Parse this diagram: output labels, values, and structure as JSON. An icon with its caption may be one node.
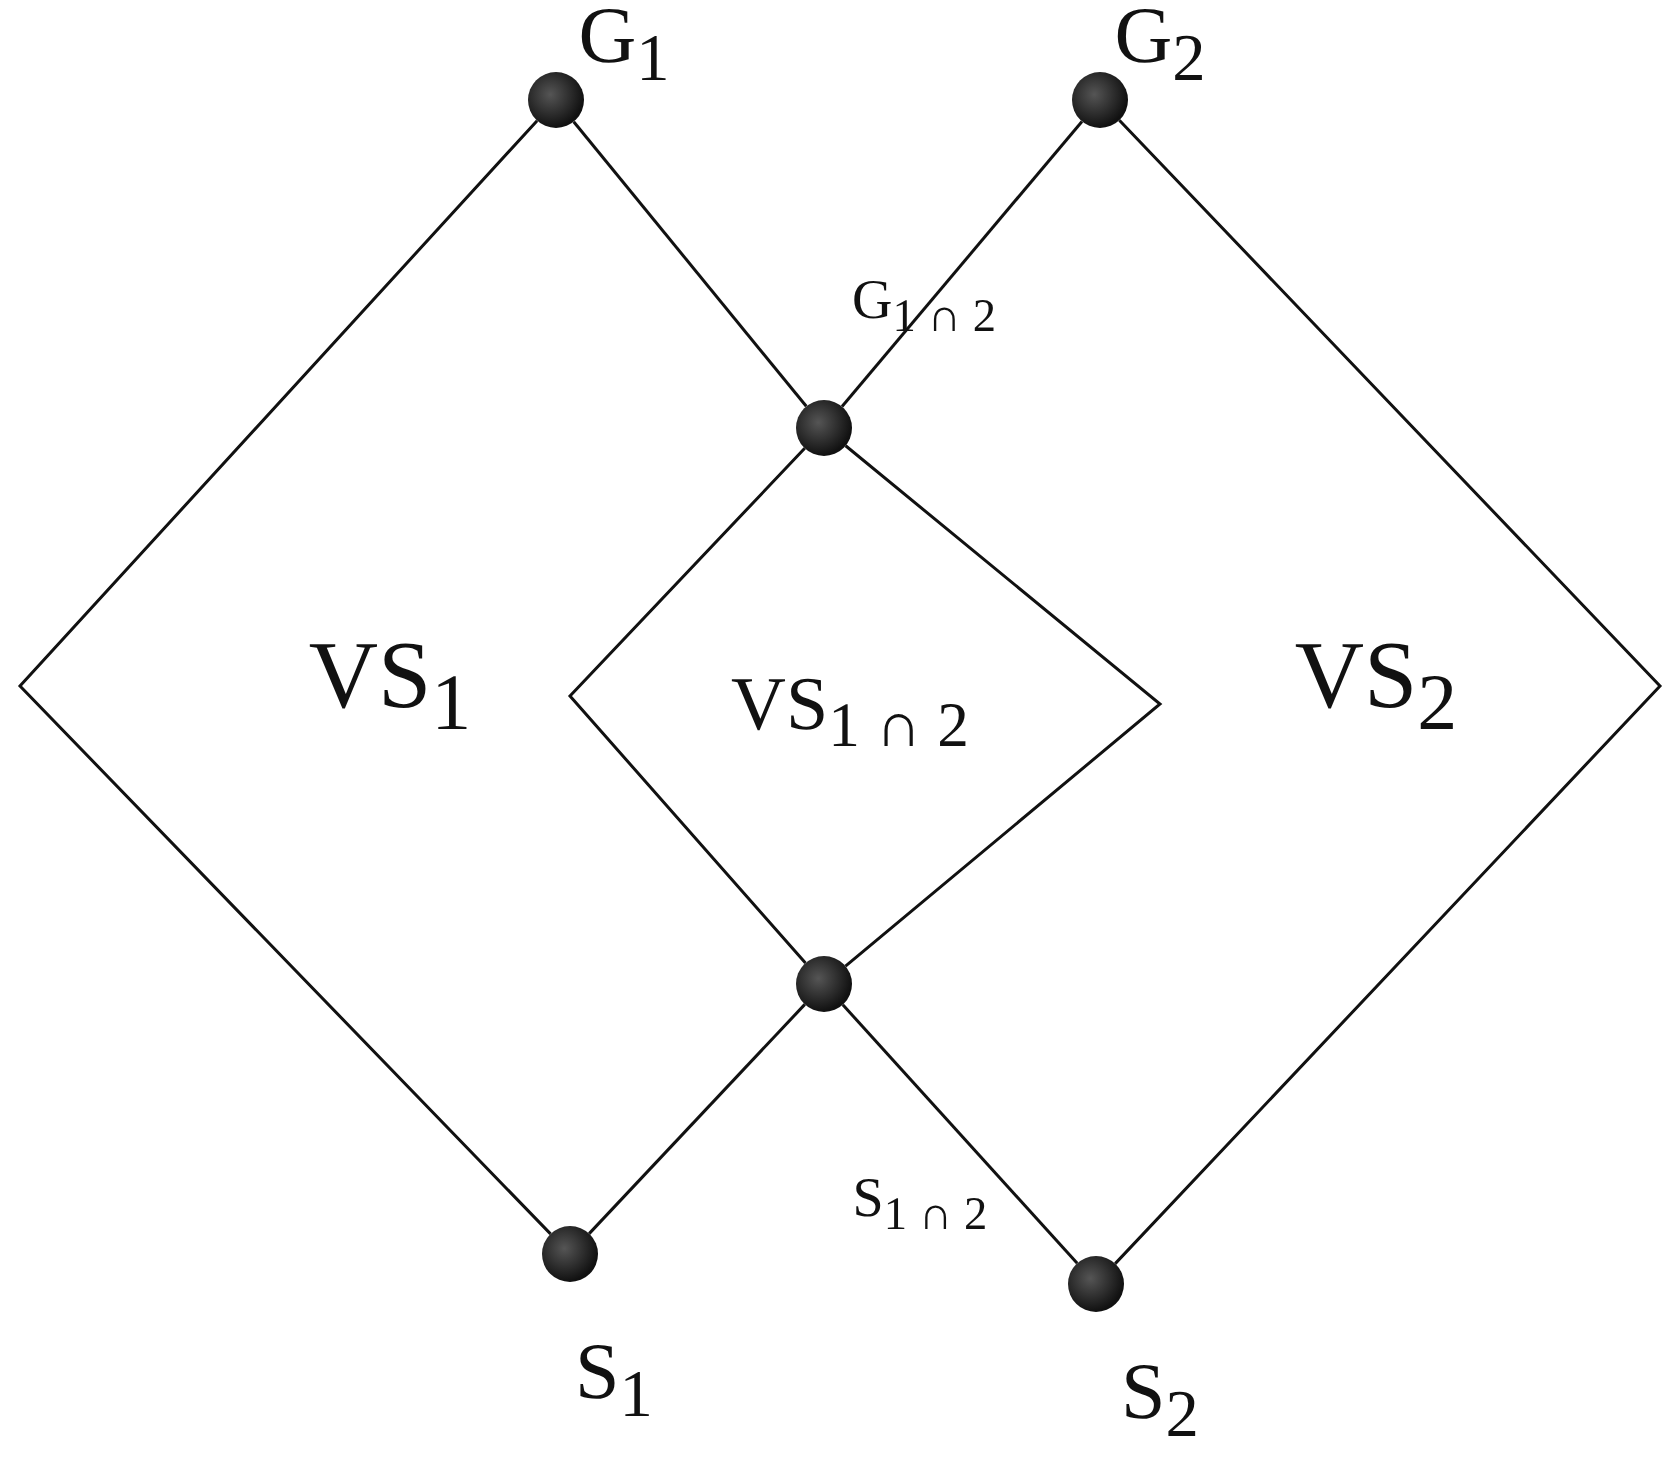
{
  "diagram": {
    "nodes": [
      {
        "text": [
          "G$_{1}$"
        ]
      },
      {
        "text": [
          "G$_{2}$"
        ]
      },
      {
        "text": [
          "G$_{1 ∩ 2}$"
        ]
      },
      {
        "text": [
          "S$_{1 ∩ 2}$"
        ]
      },
      {
        "text": [
          "S$_{1}$"
        ]
      },
      {
        "text": [
          "S$_{2}$"
        ]
      }
    ],
    "edges": [
      {
        "from": 0,
        "to": 4,
        "arrow": "none"
      },
      {
        "from": 0,
        "to": 2,
        "arrow": "none"
      },
      {
        "from": 2,
        "to": 1,
        "arrow": "none"
      },
      {
        "from": 1,
        "to": 5,
        "arrow": "none"
      },
      {
        "from": 2,
        "to": 3,
        "arrow": "none"
      },
      {
        "from": 2,
        "to": 3,
        "arrow": "none"
      },
      {
        "from": 3,
        "to": 4,
        "arrow": "none"
      },
      {
        "from": 3,
        "to": 5,
        "arrow": "none"
      }
    ],
    "labels": [
      "VS$_{1}$",
      "VS$_{1 ∩ 2}$",
      "VS$_{2}$"
    ]
  }
}
